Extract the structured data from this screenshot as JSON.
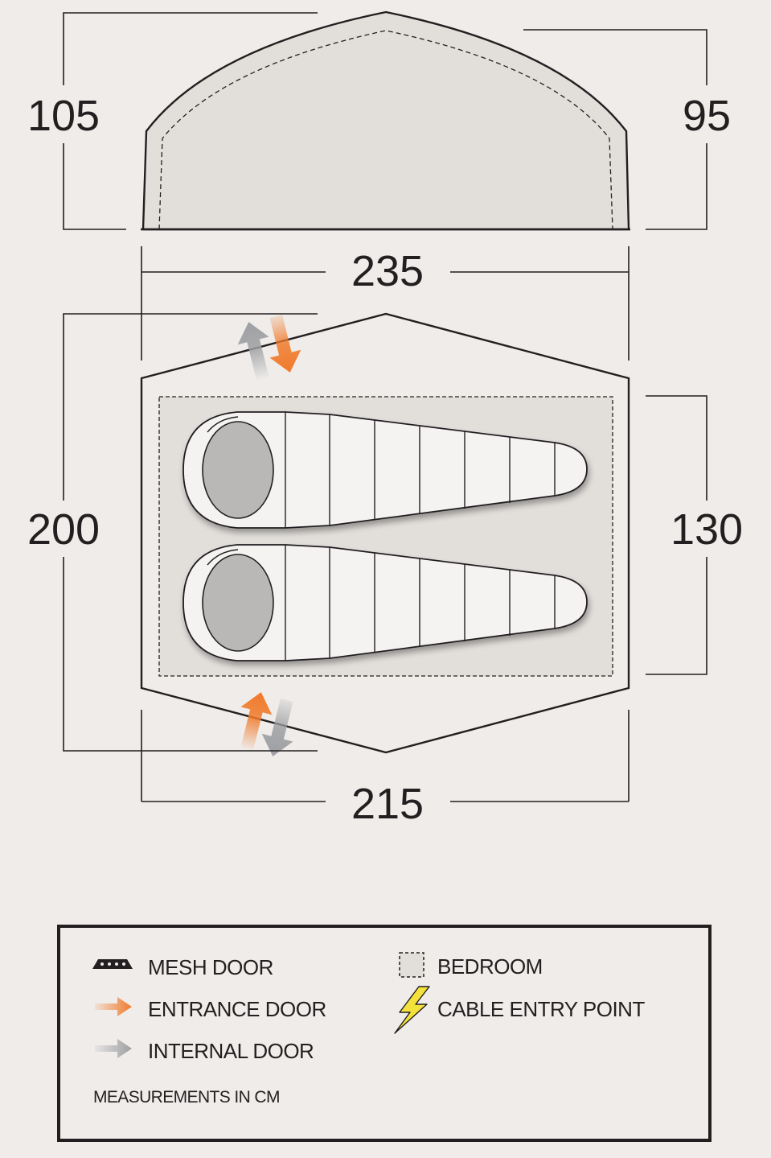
{
  "dimensions": {
    "front_left_height": "105",
    "front_right_height": "95",
    "top_width": "235",
    "plan_depth": "200",
    "bedroom_depth": "130",
    "bottom_width": "215"
  },
  "legend": {
    "items": [
      {
        "label": "MESH DOOR",
        "icon": "mesh-door-icon"
      },
      {
        "label": "ENTRANCE DOOR",
        "icon": "orange-arrow-icon"
      },
      {
        "label": "INTERNAL DOOR",
        "icon": "grey-arrow-icon"
      },
      {
        "label": "BEDROOM",
        "icon": "dashed-square-icon"
      },
      {
        "label": "CABLE ENTRY POINT",
        "icon": "lightning-bolt-icon"
      }
    ],
    "note": "MEASUREMENTS IN CM"
  },
  "colors": {
    "background": "#efecea",
    "ink": "#231f20",
    "entrance_door": "#f07a2a",
    "internal_door": "#9d9fa2",
    "cable_entry": "#f4e23c",
    "bedroom_fill": "#e2dfdb",
    "sleeping_bag_fill": "#f4f3f1",
    "hood_fill": "#b9b8b7"
  }
}
